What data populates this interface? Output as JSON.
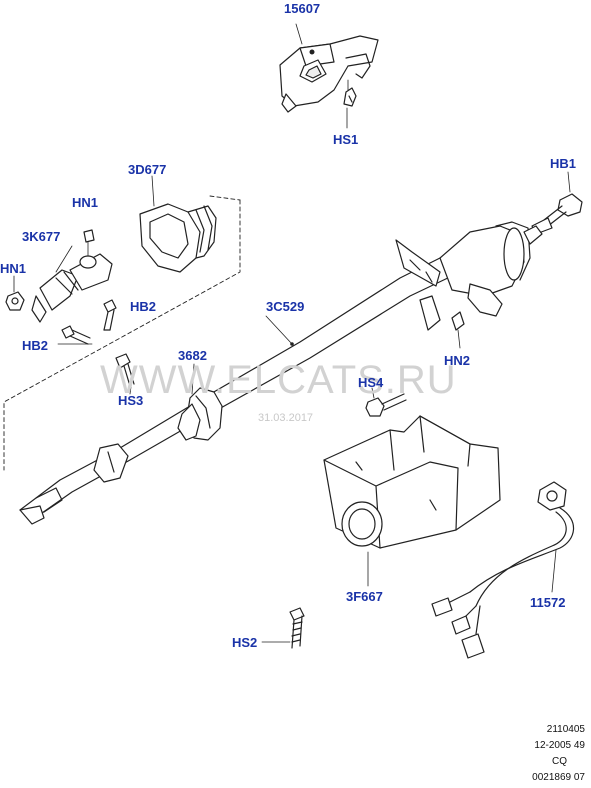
{
  "callouts": {
    "p15607": "15607",
    "hs1": "HS1",
    "hb1": "HB1",
    "p3d677": "3D677",
    "hn1_top": "HN1",
    "p3k677": "3K677",
    "hn1_left": "HN1",
    "hb2_right": "HB2",
    "hb2_left": "HB2",
    "p3c529": "3C529",
    "hn2": "HN2",
    "p3682": "3682",
    "hs3": "HS3",
    "hs4": "HS4",
    "p3f667": "3F667",
    "p11572": "11572",
    "hs2": "HS2"
  },
  "watermark": {
    "text": "WWW.ELCATS.RU",
    "date": "31.03.2017"
  },
  "reference": {
    "line1": "2110405",
    "line2": "12-2005 49",
    "line3": "CQ",
    "line4": "0021869 07"
  },
  "colors": {
    "callout": "#1a33a8",
    "line_art": "#222222",
    "watermark": "#d2d2d2"
  }
}
